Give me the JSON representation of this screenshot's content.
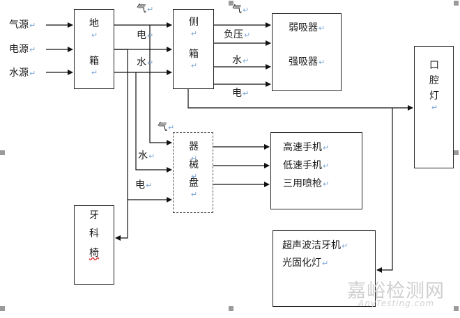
{
  "sources": [
    "气源",
    "电源",
    "水源"
  ],
  "floor_box": [
    "地",
    "箱"
  ],
  "top_labels": {
    "gas": "气",
    "electric": "电",
    "water": "水"
  },
  "side_box": [
    "侧",
    "箱"
  ],
  "side_out_labels": {
    "gas": "气",
    "negative_pressure": "负压",
    "water": "水",
    "electric": "电"
  },
  "suction": [
    "弱吸器",
    "强吸器"
  ],
  "oral_lamp": [
    "口",
    "腔",
    "灯"
  ],
  "tray_labels": {
    "gas": "气",
    "water": "水",
    "electric": "电"
  },
  "tray_box": [
    "器",
    "械",
    "盘"
  ],
  "handpieces": [
    "高速手机",
    "低速手机",
    "三用喷枪"
  ],
  "chair": [
    "牙",
    "科",
    "椅"
  ],
  "ultrasonic": [
    "超声波洁牙机",
    "光固化灯"
  ],
  "watermark": {
    "main": "嘉峪检测网",
    "sub": "AnyTesting.com"
  },
  "colors": {
    "line": "#111111",
    "mark": "#7aa6d8",
    "watermark": "#cfcfcf"
  }
}
